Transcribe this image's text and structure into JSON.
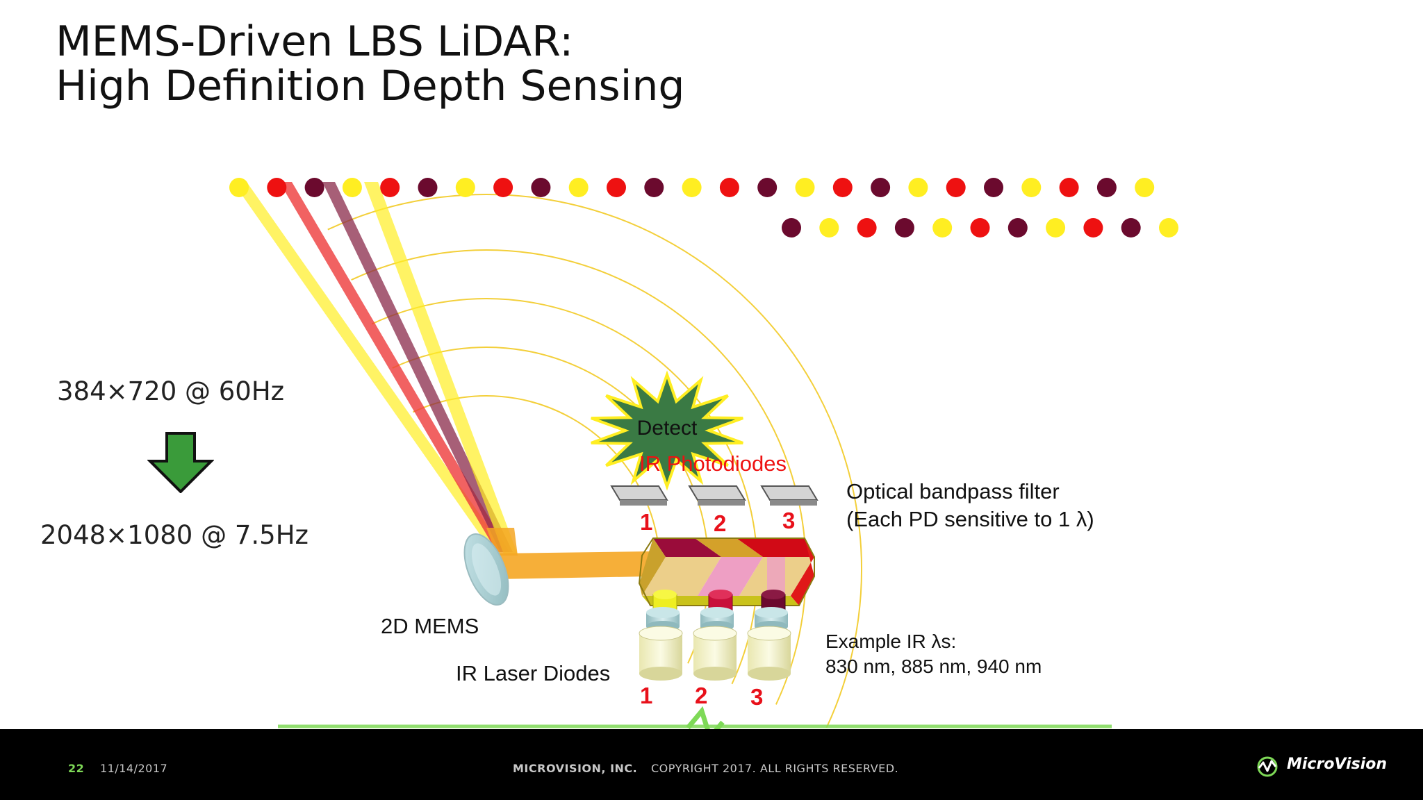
{
  "slide": {
    "title_line1": "MEMS-Driven LBS LiDAR:",
    "title_line2": "High Definition Depth Sensing",
    "res_from": "384×720 @ 60Hz",
    "res_to": "2048×1080 @ 7.5Hz"
  },
  "diagram": {
    "detect": "Detect",
    "photodiodes": "IR Photodiodes",
    "filter_line1": "Optical bandpass filter",
    "filter_line2": "(Each PD sensitive to 1 λ)",
    "mems": "2D MEMS",
    "laser": "IR Laser Diodes",
    "ir_line1": "Example IR λs:",
    "ir_line2": "830 nm, 885 nm, 940 nm",
    "pd_numbers": [
      "1",
      "2",
      "3"
    ],
    "ld_numbers": [
      "1",
      "2",
      "3"
    ]
  },
  "colors": {
    "yellow": "#ffee22",
    "red": "#ee1111",
    "maroon": "#6b0a2e",
    "beam_orange": "#f5a623",
    "arrow_green": "#3a9b3a",
    "footer_green": "#7ed957"
  },
  "dots": {
    "row1": [
      "yellow",
      "red",
      "maroon",
      "yellow",
      "red",
      "maroon",
      "yellow",
      "red",
      "maroon",
      "yellow",
      "red",
      "maroon",
      "yellow",
      "red",
      "maroon",
      "yellow",
      "red",
      "maroon",
      "yellow",
      "red",
      "maroon",
      "yellow",
      "red",
      "maroon",
      "yellow"
    ],
    "row2": [
      "maroon",
      "yellow",
      "red",
      "maroon",
      "yellow",
      "red",
      "maroon",
      "yellow",
      "red",
      "maroon",
      "yellow"
    ]
  },
  "footer": {
    "page": "22",
    "date": "11/14/2017",
    "company": "MICROVISION, INC.",
    "copyright": "COPYRIGHT 2017. ALL RIGHTS RESERVED.",
    "logo": "MicroVision"
  }
}
